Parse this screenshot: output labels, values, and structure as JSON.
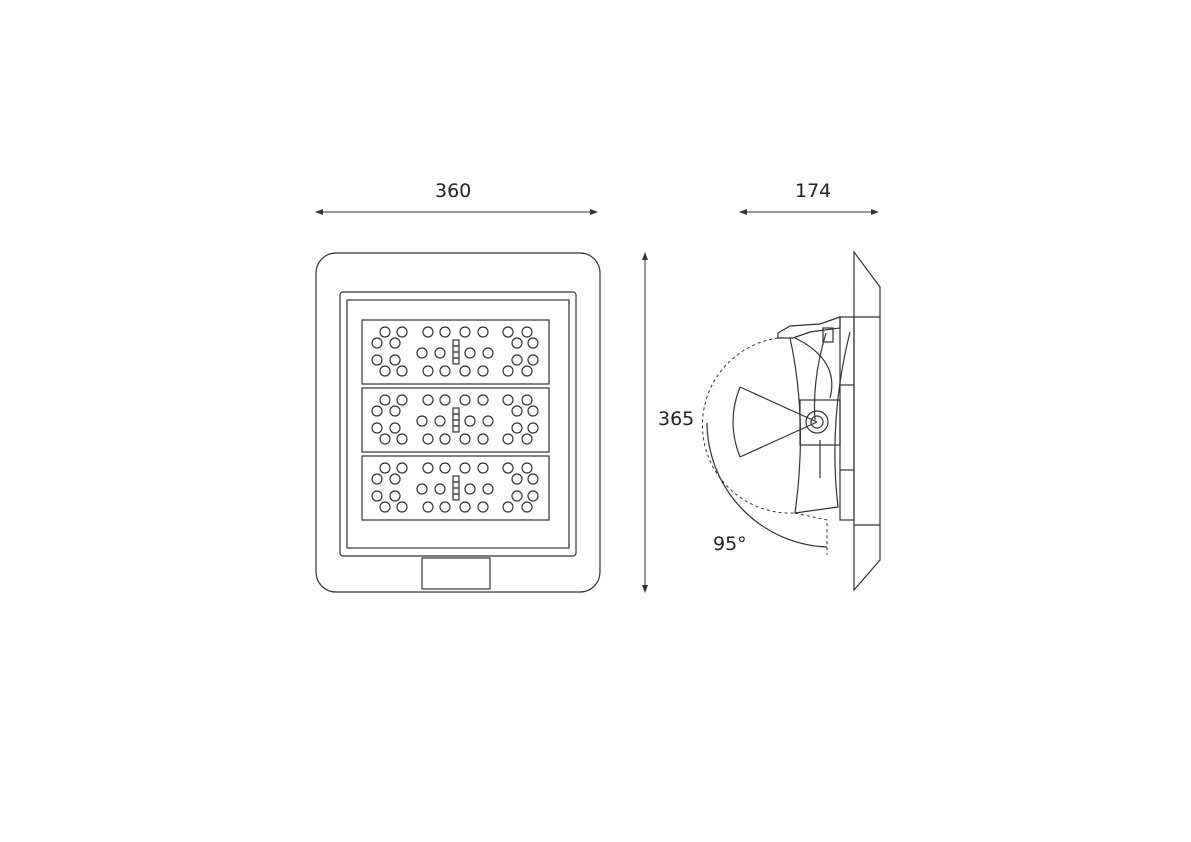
{
  "dimensions": {
    "front_width": "360",
    "side_depth": "174",
    "height": "365",
    "tilt_angle": "95°"
  },
  "led_modules": 3,
  "line_color": "#333333"
}
